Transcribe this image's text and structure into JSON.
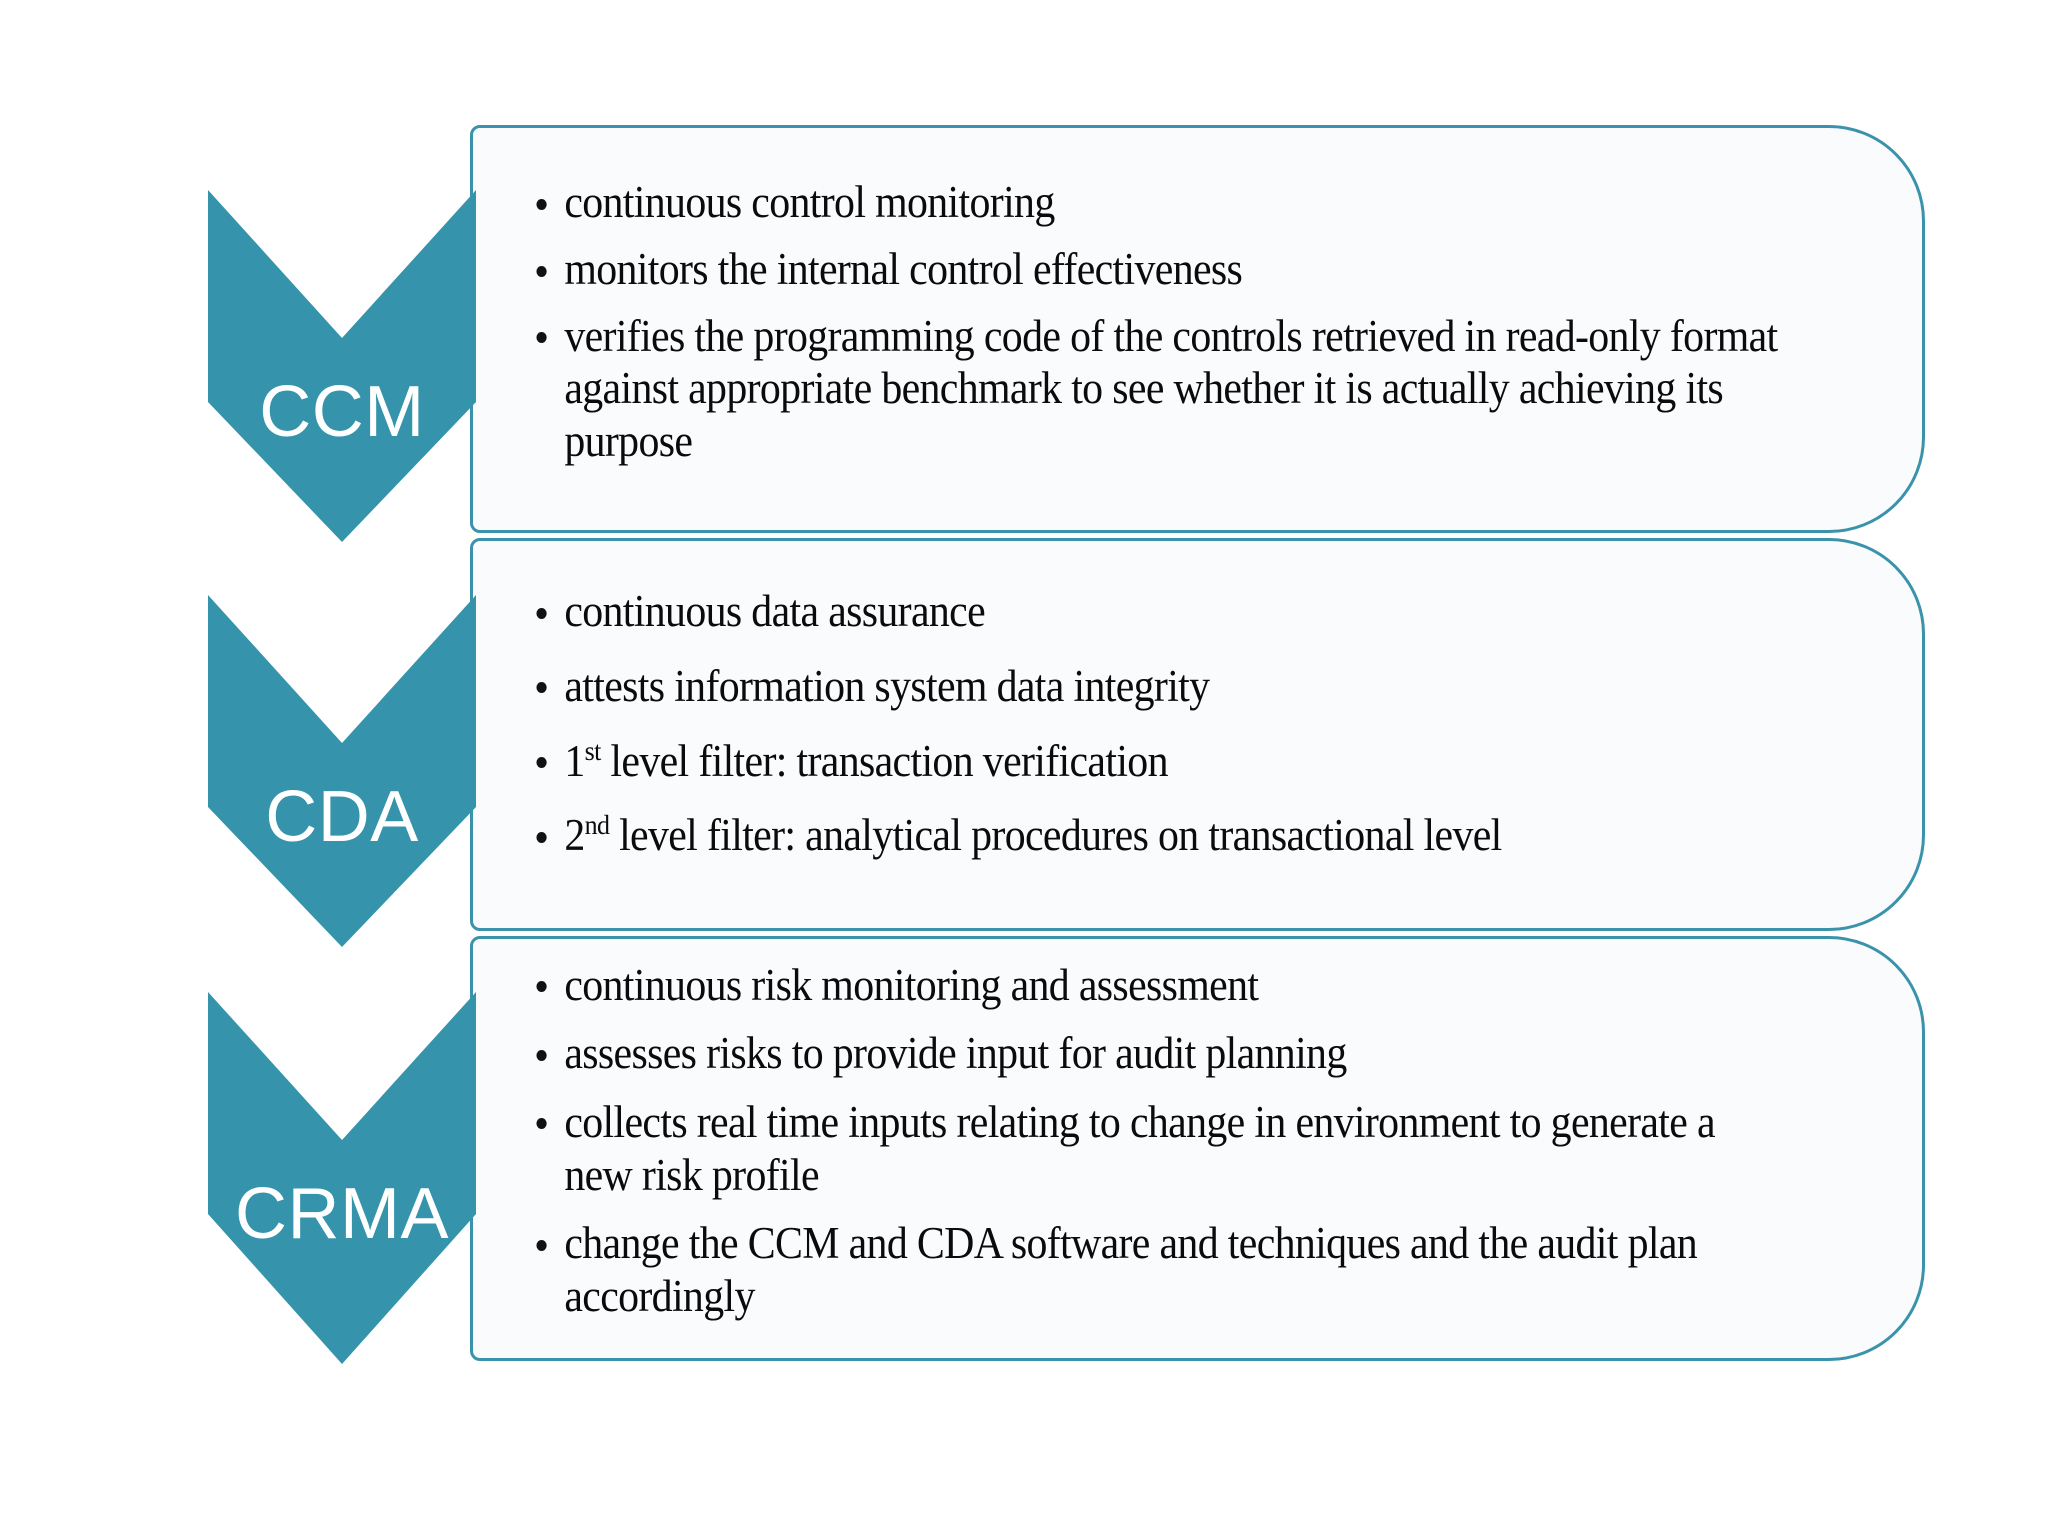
{
  "theme": {
    "accent": "#3a93ab",
    "chevron_fill": "#3594ab",
    "panel_bg": "#fafbfd",
    "panel_border": "#3a93ab",
    "text": "#0b0b0b",
    "label_text": "#ffffff",
    "page_bg": "#ffffff"
  },
  "diagram": {
    "type": "chevron-process-list",
    "stages": [
      {
        "key": "ccm",
        "label": "CCM",
        "bullets": [
          {
            "text": "continuous control monitoring"
          },
          {
            "text": "monitors the internal control effectiveness"
          },
          {
            "text": "verifies the programming code of the controls retrieved in read-only format against appropriate benchmark to see whether it is actually achieving its purpose"
          }
        ]
      },
      {
        "key": "cda",
        "label": "CDA",
        "bullets": [
          {
            "text": "continuous data assurance"
          },
          {
            "text": "attests information system data integrity"
          },
          {
            "prefix": "1",
            "sup": "st",
            "text": " level filter: transaction verification"
          },
          {
            "prefix": "2",
            "sup": "nd",
            "text": " level filter: analytical procedures on transactional level"
          }
        ]
      },
      {
        "key": "crma",
        "label": "CRMA",
        "bullets": [
          {
            "text": "continuous risk monitoring and assessment"
          },
          {
            "text": "assesses risks to provide input for audit planning"
          },
          {
            "text": "collects real time inputs relating to change in environment to generate a new risk profile"
          },
          {
            "text": "change the CCM and CDA software and techniques and the audit plan accordingly"
          }
        ]
      }
    ]
  }
}
